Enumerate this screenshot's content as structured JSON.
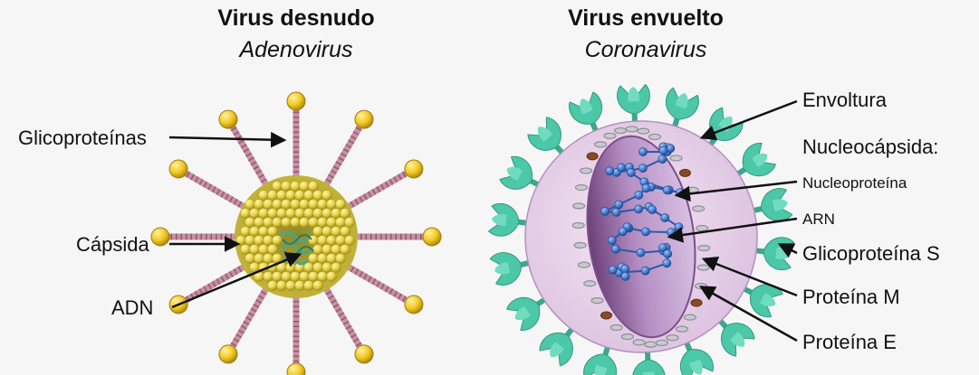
{
  "left": {
    "title": "Virus desnudo",
    "subtitle": "Adenovirus",
    "labels": {
      "glycoproteins": "Glicoproteínas",
      "capsid": "Cápsida",
      "dna": "ADN"
    }
  },
  "right": {
    "title": "Virus envuelto",
    "subtitle": "Coronavirus",
    "labels": {
      "envelope": "Envoltura",
      "nucleocapsid": "Nucleocápsida:",
      "nucleoprotein": "Nucleoproteína",
      "rna": "ARN",
      "spike": "Glicoproteína S",
      "protein_m": "Proteína M",
      "protein_e": "Proteína E"
    }
  },
  "colors": {
    "capsid_yellow": "#e6d44a",
    "fiber_pink": "#c98fa2",
    "dna_green": "#4aa58e",
    "envelope_lilac": "#e8d3ea",
    "spike_teal": "#4cc7a7",
    "nucleoprotein_blue": "#3d73c5",
    "protein_m_gray": "#8f8f96",
    "protein_e_brown": "#8a4a2a"
  }
}
